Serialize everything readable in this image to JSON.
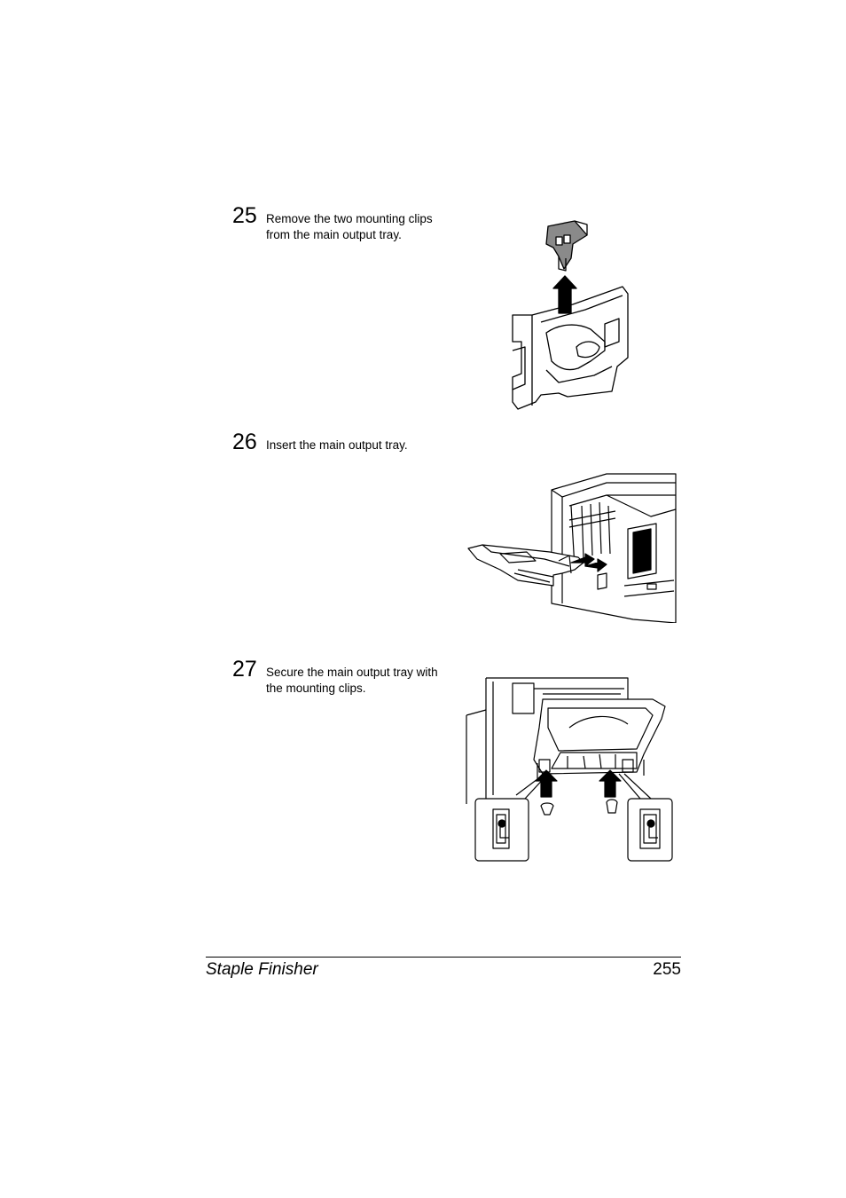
{
  "steps": [
    {
      "number": "25",
      "text": "Remove the two mounting clips from the main output tray."
    },
    {
      "number": "26",
      "text": "Insert the main output tray."
    },
    {
      "number": "27",
      "text": "Secure the main output tray with the mounting clips."
    }
  ],
  "footer": {
    "section_title": "Staple Finisher",
    "page_number": "255"
  }
}
